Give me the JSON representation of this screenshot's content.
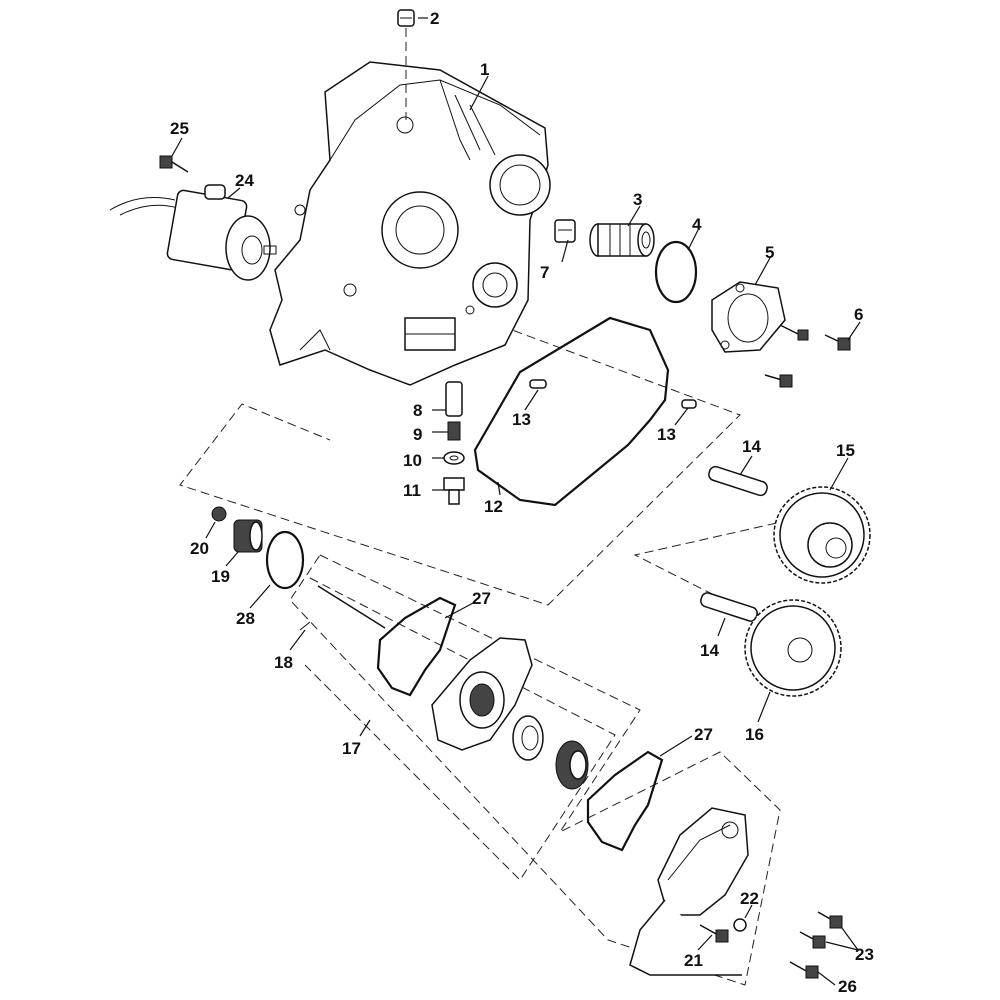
{
  "callouts": [
    "1",
    "2",
    "3",
    "4",
    "5",
    "6",
    "7",
    "8",
    "9",
    "10",
    "11",
    "12",
    "13",
    "14",
    "15",
    "16",
    "17",
    "18",
    "19",
    "20",
    "21",
    "22",
    "23",
    "24",
    "25",
    "26",
    "27"
  ]
}
